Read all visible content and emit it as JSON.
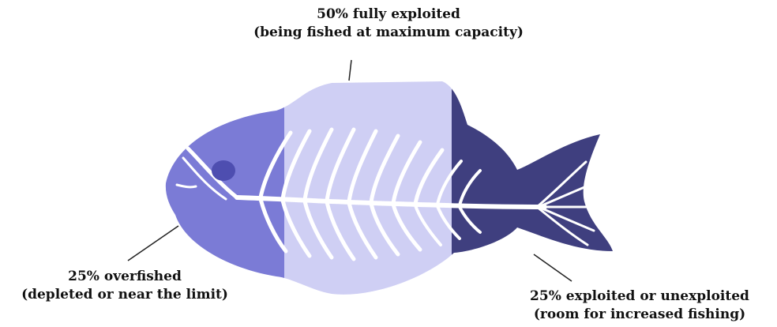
{
  "colors": {
    "overfished": "#7b7bd6",
    "fully_exploited": "#cfcff4",
    "underexploited": "#3f3f7f",
    "bones": "#ffffff",
    "leader_lines": "#222222"
  },
  "segments": [
    {
      "key": "fully_exploited",
      "share": 50,
      "line1": "50% fully exploited",
      "line2": "(being fished at maximum capacity)"
    },
    {
      "key": "overfished",
      "share": 25,
      "line1": "25% overfished",
      "line2": "(depleted or near the limit)"
    },
    {
      "key": "underexploited",
      "share": 25,
      "line1": "25% exploited or unexploited",
      "line2": "(room for increased fishing)"
    }
  ]
}
